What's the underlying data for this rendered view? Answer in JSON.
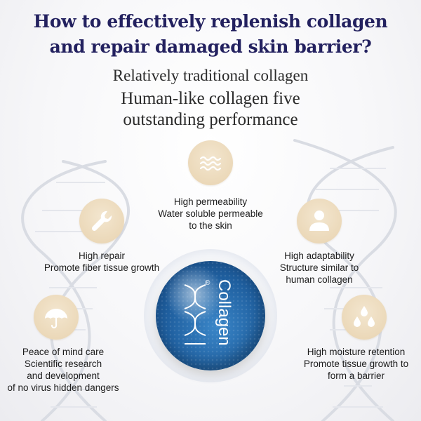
{
  "headline": {
    "line1": "How to effectively replenish collagen",
    "line2": "and repair damaged skin barrier?"
  },
  "subheadline": {
    "line1": "Relatively traditional collagen",
    "line2": "Human-like collagen five",
    "line3": "outstanding performance"
  },
  "features": [
    {
      "icon": "waves-icon",
      "title": "High permeability",
      "lines": [
        "Water soluble permeable",
        "to the skin"
      ]
    },
    {
      "icon": "wrench-icon",
      "title": "High repair",
      "lines": [
        "Promote fiber tissue growth"
      ]
    },
    {
      "icon": "person-icon",
      "title": "High adaptability",
      "lines": [
        "Structure similar to",
        "human collagen"
      ]
    },
    {
      "icon": "umbrella-icon",
      "title": "Peace of mind care",
      "lines": [
        "Scientific research",
        "and development",
        "of no virus hidden dangers"
      ]
    },
    {
      "icon": "droplets-icon",
      "title": "High moisture retention",
      "lines": [
        "Promote tissue growth to",
        "form a barrier"
      ]
    }
  ],
  "center_badge": {
    "label": "Collagen",
    "registered_mark": "®"
  },
  "colors": {
    "headline": "#23215f",
    "icon_circle": "#e8d3b0",
    "ball_blue": "#1f5f9f",
    "dna_stroke": "#d9dce3"
  }
}
